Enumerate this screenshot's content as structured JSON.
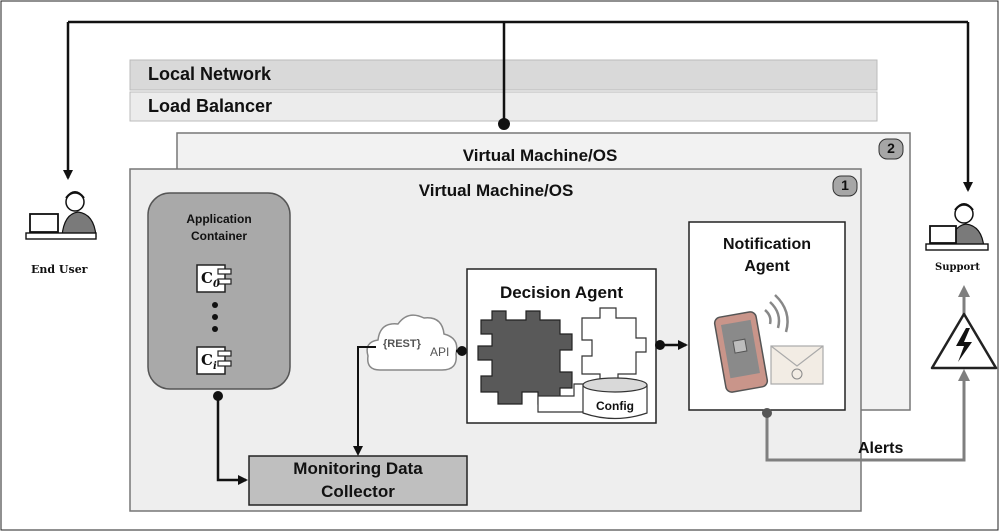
{
  "bands": {
    "local_network": "Local Network",
    "load_balancer": "Load Balancer"
  },
  "vm_back": {
    "title": "Virtual Machine/OS",
    "badge": "2"
  },
  "vm_front": {
    "title": "Virtual Machine/OS",
    "badge": "1"
  },
  "app_container": {
    "title_line1": "Application",
    "title_line2": "Container",
    "top_item": "C",
    "top_item_sub": "0",
    "bottom_item": "C",
    "bottom_item_sub": "i"
  },
  "rest_api": {
    "rest": "REST",
    "api": "API"
  },
  "decision_agent": {
    "title": "Decision Agent",
    "config": "Config"
  },
  "notification_agent": {
    "title_line1": "Notification",
    "title_line2": "Agent"
  },
  "monitoring_collector": {
    "line1": "Monitoring Data",
    "line2": "Collector"
  },
  "end_user": {
    "label": "End User"
  },
  "support": {
    "label": "Support"
  },
  "alerts": {
    "label": "Alerts"
  },
  "colors": {
    "band_fill": "#d9d9d9",
    "vm_fill": "#f0f0f0",
    "container_fill": "#aaaaaa",
    "puzzle_dark": "#595959",
    "collector_fill": "#bfbfbf",
    "arrow_gray": "#7f7f7f"
  }
}
